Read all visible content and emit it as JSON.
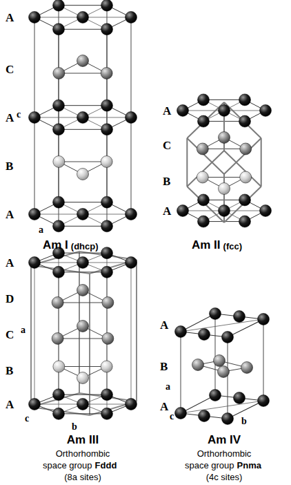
{
  "diagram": {
    "labels": [
      "A",
      "C",
      "A",
      "c",
      "B",
      "A",
      "a",
      "Am I",
      "(dhcp)",
      "A",
      "C",
      "B",
      "A",
      "Am II",
      "(fcc)",
      "A",
      "D",
      "a",
      "C",
      "B",
      "A",
      "c",
      "b",
      "Am III",
      "Orthorhombic",
      "space group",
      "Fddd",
      "(8a sites)",
      "A",
      "B",
      "a",
      "A",
      "c",
      "b",
      "Am IV",
      "Orthorhombic",
      "space group",
      "Pnma",
      "(4c sites)"
    ]
  }
}
